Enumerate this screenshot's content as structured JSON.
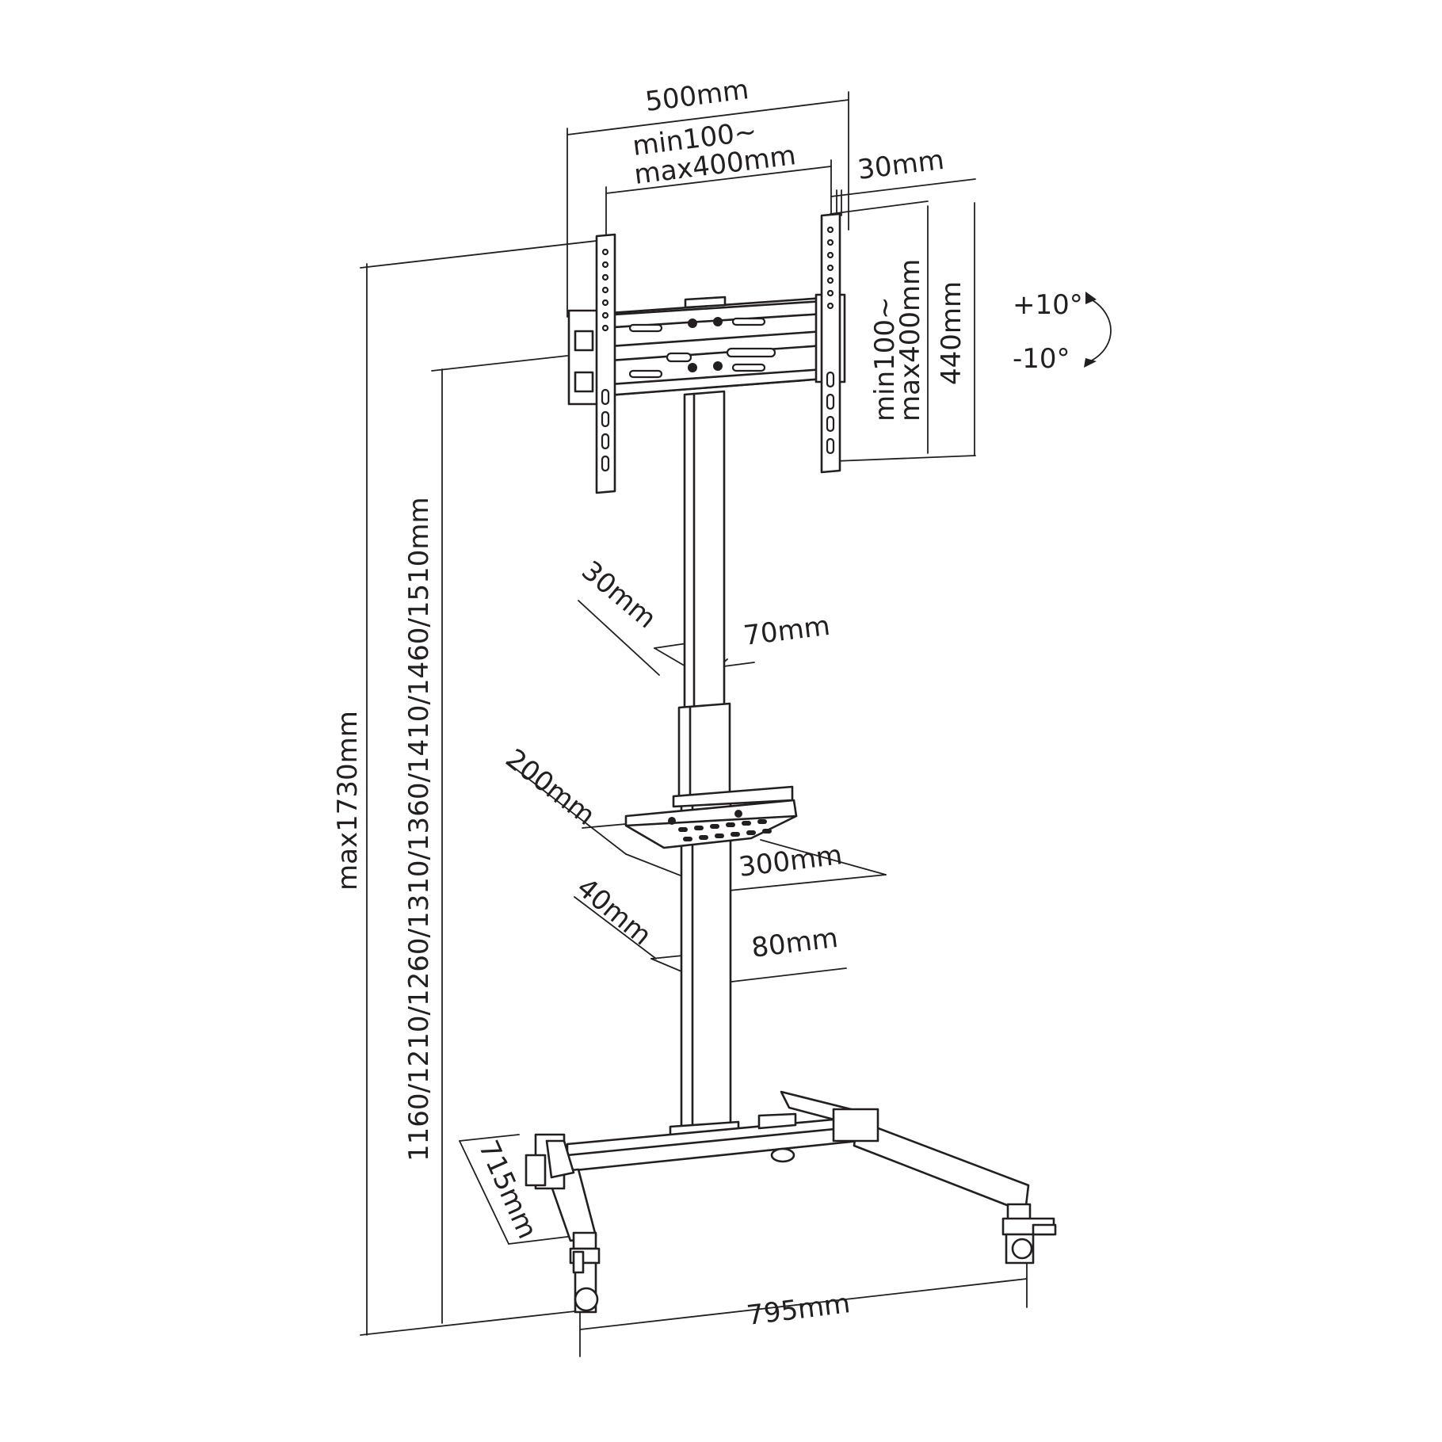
{
  "labels": {
    "mount_width": "500mm",
    "vesa_h_line1": "min100~",
    "vesa_h_line2": "max400mm",
    "mount_depth": "30mm",
    "vesa_v_line1": "min100~",
    "vesa_v_line2": "max400mm",
    "mount_height": "440mm",
    "tilt_up": "+10°",
    "tilt_down": "-10°",
    "upper_pole_depth": "30mm",
    "upper_pole_width": "70mm",
    "shelf_depth": "200mm",
    "shelf_width": "300mm",
    "lower_pole_depth": "40mm",
    "lower_pole_width": "80mm",
    "max_height": "max1730mm",
    "center_heights": "1160/1210/1260/1310/1360/1410/1460/1510mm",
    "base_depth": "715mm",
    "base_width": "795mm"
  },
  "colors": {
    "line": "#231f20",
    "background": "#ffffff"
  }
}
